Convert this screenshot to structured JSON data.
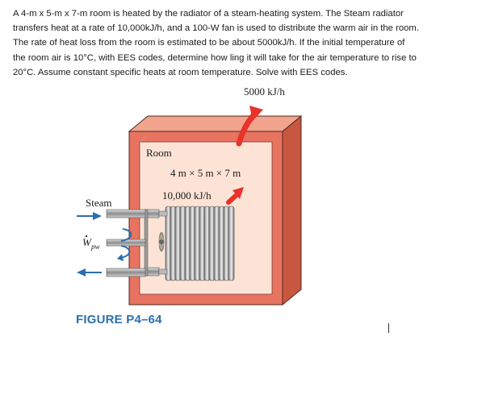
{
  "problem": {
    "lines": [
      "A 4-m x 5-m x 7-m room is heated by the radiator of a steam-heating system. The Steam radiator",
      "transfers heat at a rate of 10,000kJ/h, and a 100-W fan is used to distribute the warm air in the room.",
      "The rate of heat loss from the room is estimated to be about 5000kJ/h. If the initial temperature of",
      "the room air is 10°C, with EES codes, determine how ling it will take for the air temperature to rise to",
      "20°C. Assume constant specific heats at room temperature. Solve with EES codes."
    ]
  },
  "figure": {
    "heat_loss_label": "5000 kJ/h",
    "room_label": "Room",
    "dimensions_label": "4 m × 5 m × 7 m",
    "radiator_rate_label": "10,000 kJ/h",
    "steam_label": "Steam",
    "fan_power_symbol": "W",
    "fan_power_subscript": "pw",
    "caption": "FIGURE P4–64"
  },
  "colors": {
    "wall": "#e87360",
    "wall_side": "#c9573f",
    "interior": "#fde3d6",
    "arrow_red": "#e8322a",
    "arrow_blue": "#2a6fb0",
    "caption_blue": "#2a6fb0"
  }
}
